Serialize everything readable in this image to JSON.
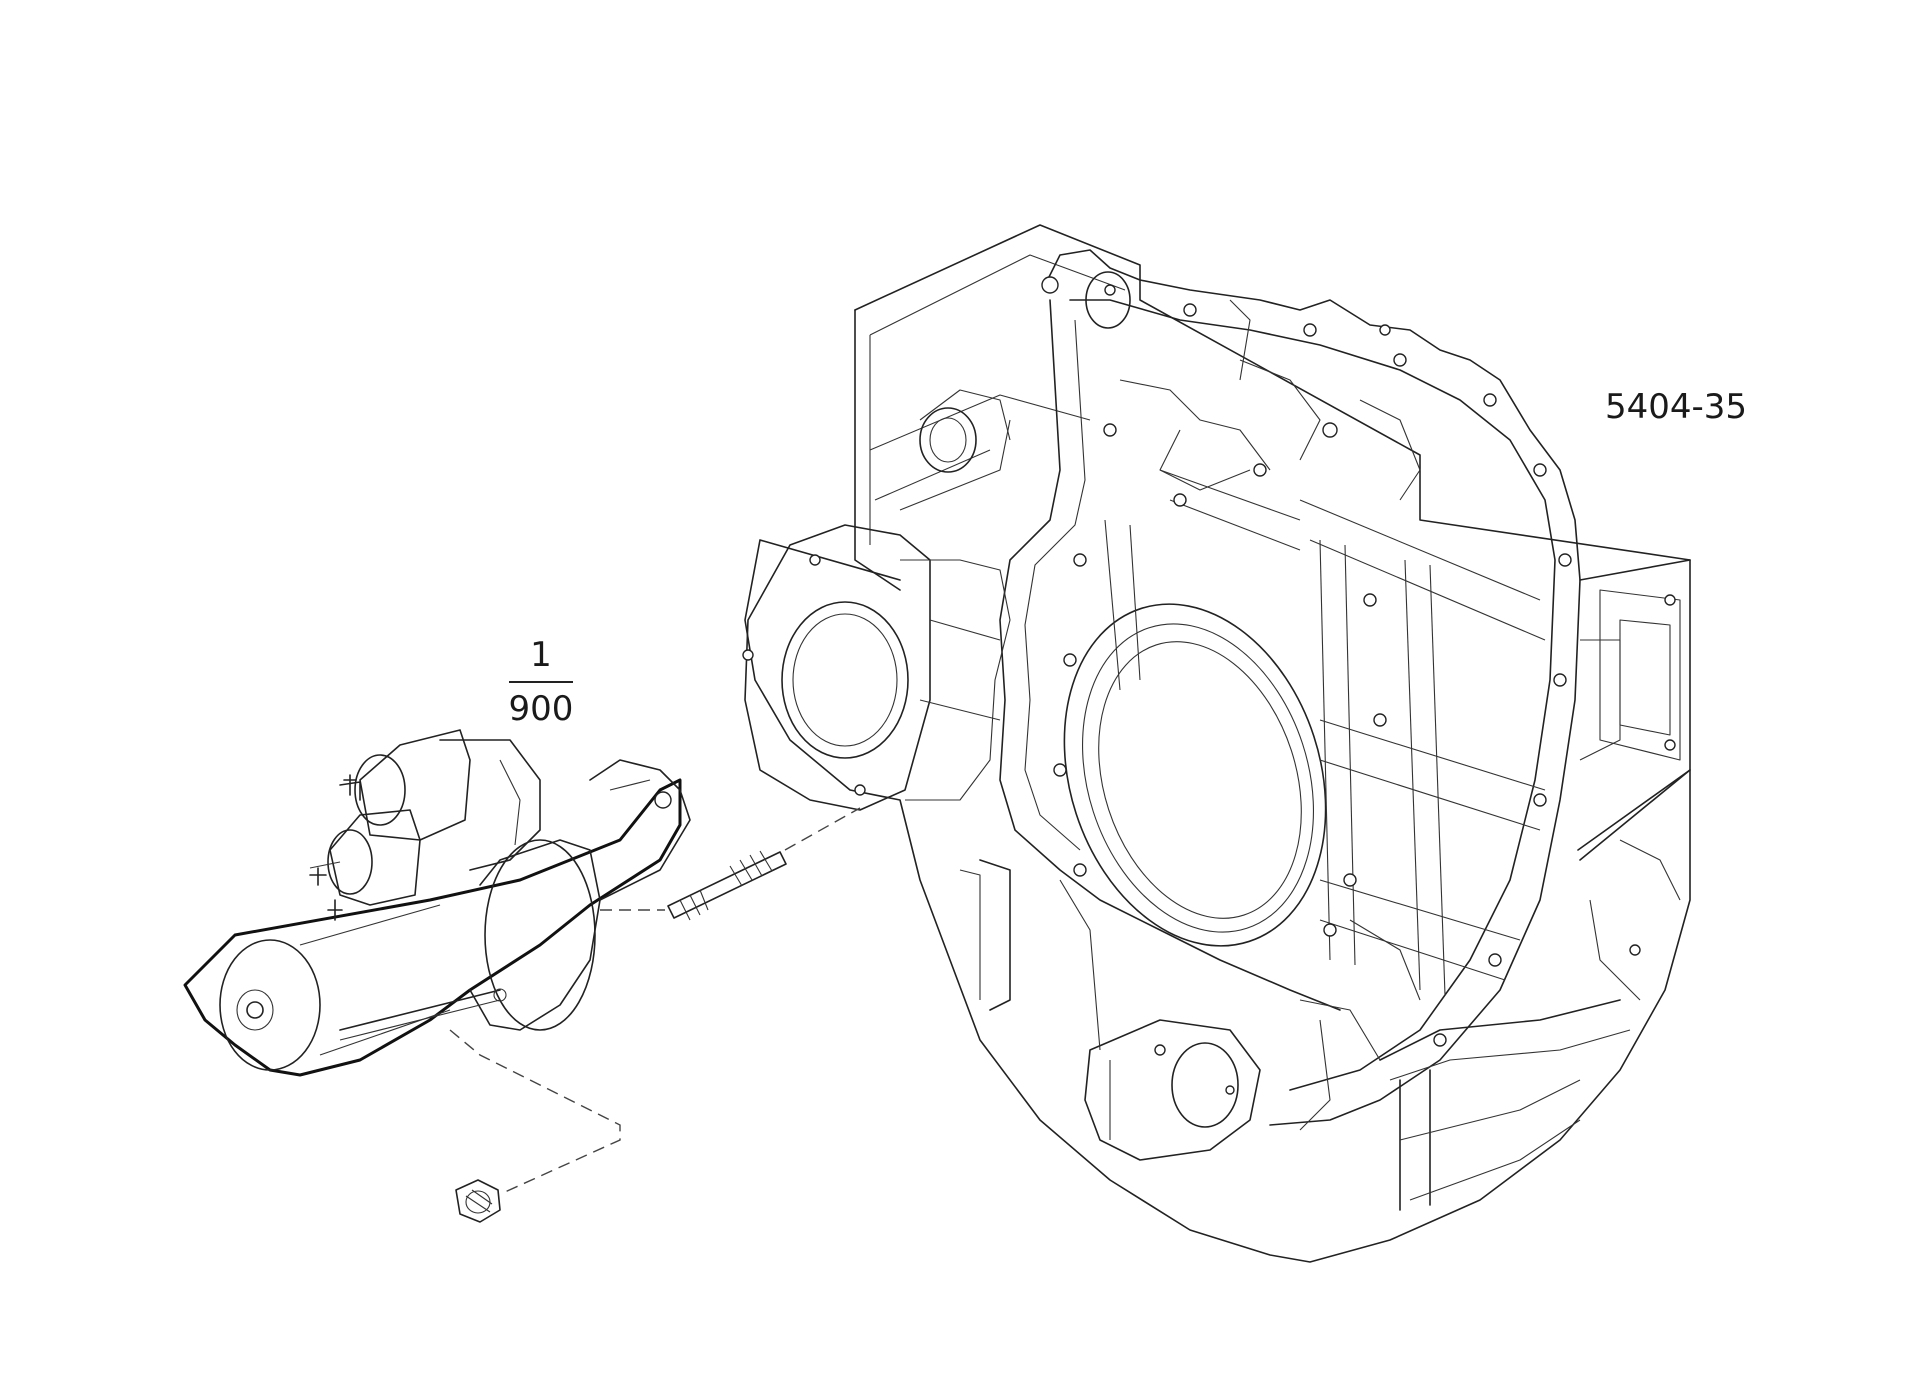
{
  "figure": {
    "reference_code": "5404-35",
    "callouts": [
      {
        "id": "starter",
        "item_number": "1",
        "quantity_code": "900"
      }
    ]
  },
  "style": {
    "line_color": "#222222",
    "background": "#ffffff"
  }
}
